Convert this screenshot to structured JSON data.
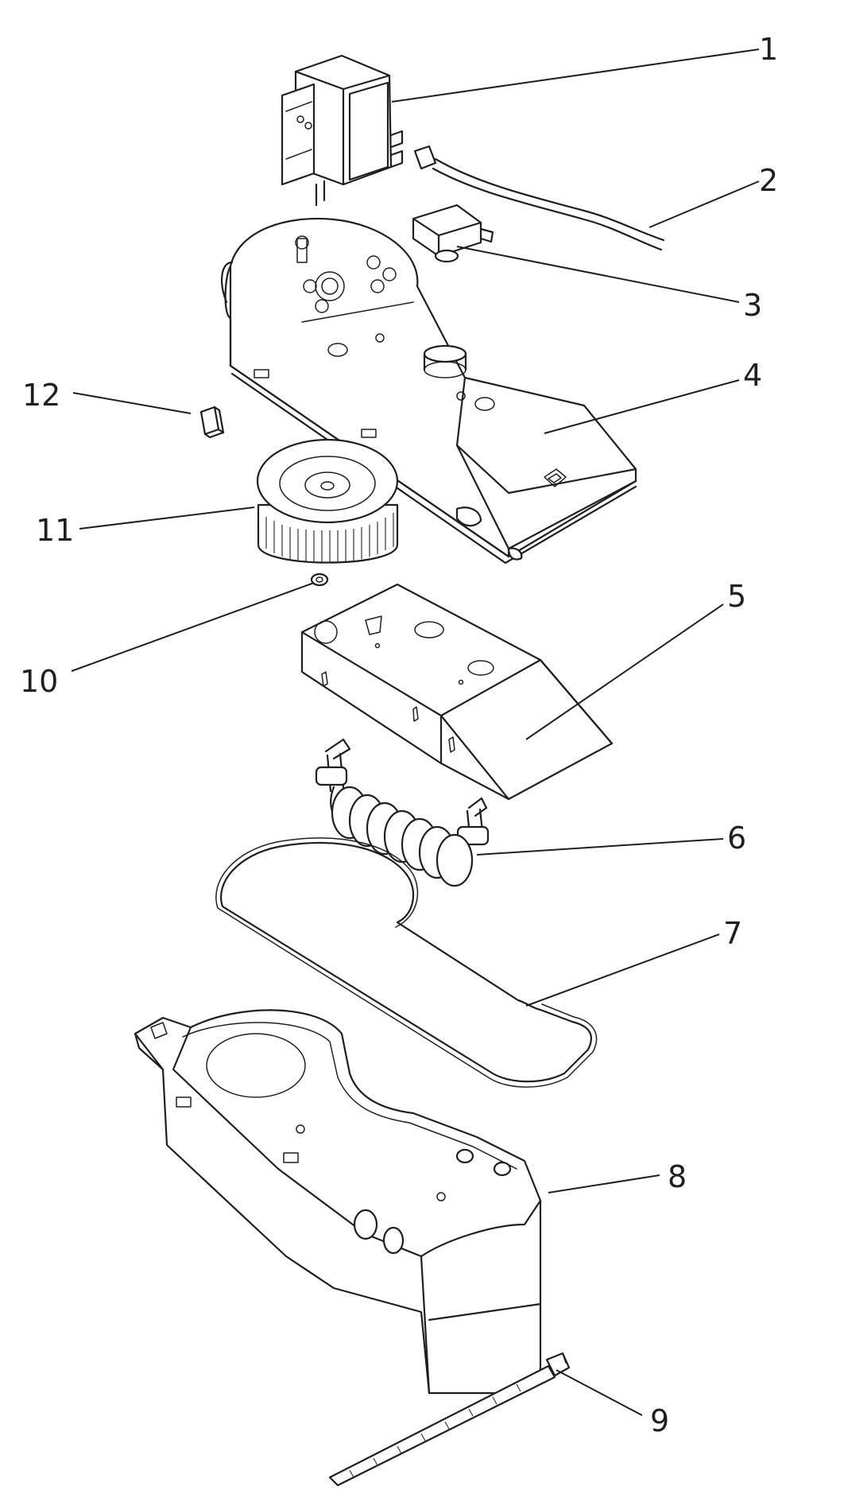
{
  "callouts": [
    {
      "id": "1",
      "text": "1"
    },
    {
      "id": "2",
      "text": "2"
    },
    {
      "id": "3",
      "text": "3"
    },
    {
      "id": "4",
      "text": "4"
    },
    {
      "id": "5",
      "text": "5"
    },
    {
      "id": "6",
      "text": "6"
    },
    {
      "id": "7",
      "text": "7"
    },
    {
      "id": "8",
      "text": "8"
    },
    {
      "id": "9",
      "text": "9"
    },
    {
      "id": "10",
      "text": "10"
    },
    {
      "id": "11",
      "text": "11"
    },
    {
      "id": "12",
      "text": "12"
    }
  ],
  "colors": {
    "line": "#1f1f1f",
    "background": "#ffffff"
  }
}
